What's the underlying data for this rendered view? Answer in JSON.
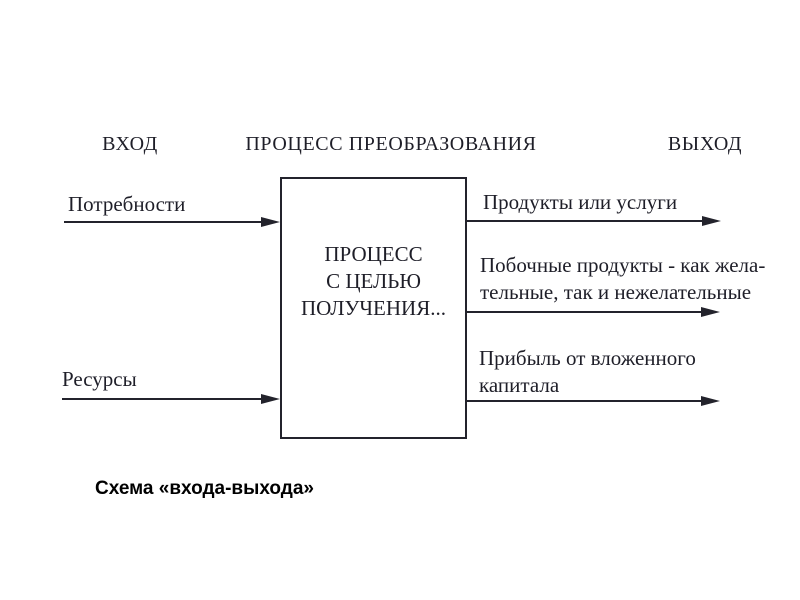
{
  "palette": {
    "background": "#ffffff",
    "ink": "#23232c",
    "text_ink": "#1e1e28",
    "caption_ink": "#000000"
  },
  "headers": {
    "input": "ВХОД",
    "process": "ПРОЦЕСС ПРЕОБРАЗОВАНИЯ",
    "output": "ВЫХОД"
  },
  "process_box": {
    "line1": "ПРОЦЕСС",
    "line2": "С ЦЕЛЬЮ",
    "line3": "ПОЛУЧЕНИЯ..."
  },
  "inputs": [
    {
      "label": "Потребности"
    },
    {
      "label": "Ресурсы"
    }
  ],
  "outputs": [
    {
      "lines": [
        "Продукты или услуги"
      ]
    },
    {
      "lines": [
        "Побочные продукты - как жела-",
        "тельные, так и нежелательные"
      ]
    },
    {
      "lines": [
        "Прибыль от вложенного",
        "капитала"
      ]
    }
  ],
  "caption": "Схема «входа-выхода»"
}
